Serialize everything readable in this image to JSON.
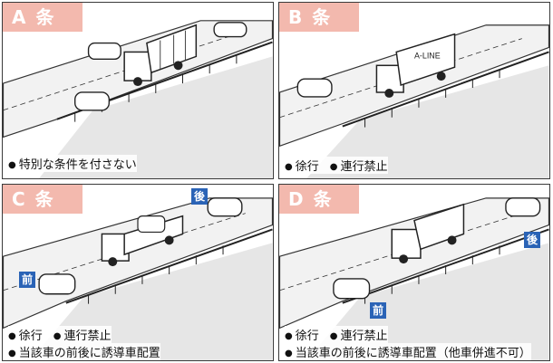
{
  "panels": [
    {
      "id": "A",
      "title": "A 条 件",
      "captions": [
        "特別な条件を付さない"
      ]
    },
    {
      "id": "B",
      "title": "B 条 件",
      "truck_text": "A-LINE",
      "captions": [
        "徐行",
        "連行禁止"
      ]
    },
    {
      "id": "C",
      "title": "C 条 件",
      "front_label": "前",
      "back_label": "後",
      "captions": [
        "徐行",
        "連行禁止",
        "当該車の前後に誘導車配置"
      ]
    },
    {
      "id": "D",
      "title": "D 条 件",
      "front_label": "前",
      "back_label": "後",
      "captions": [
        "徐行",
        "連行禁止",
        "当該車の前後に誘導車配置（他車併進不可）"
      ]
    }
  ],
  "colors": {
    "tag_bg": "#f3b9ae",
    "direction_label_bg": "#2a63b6",
    "water": "#e6e6e6"
  }
}
